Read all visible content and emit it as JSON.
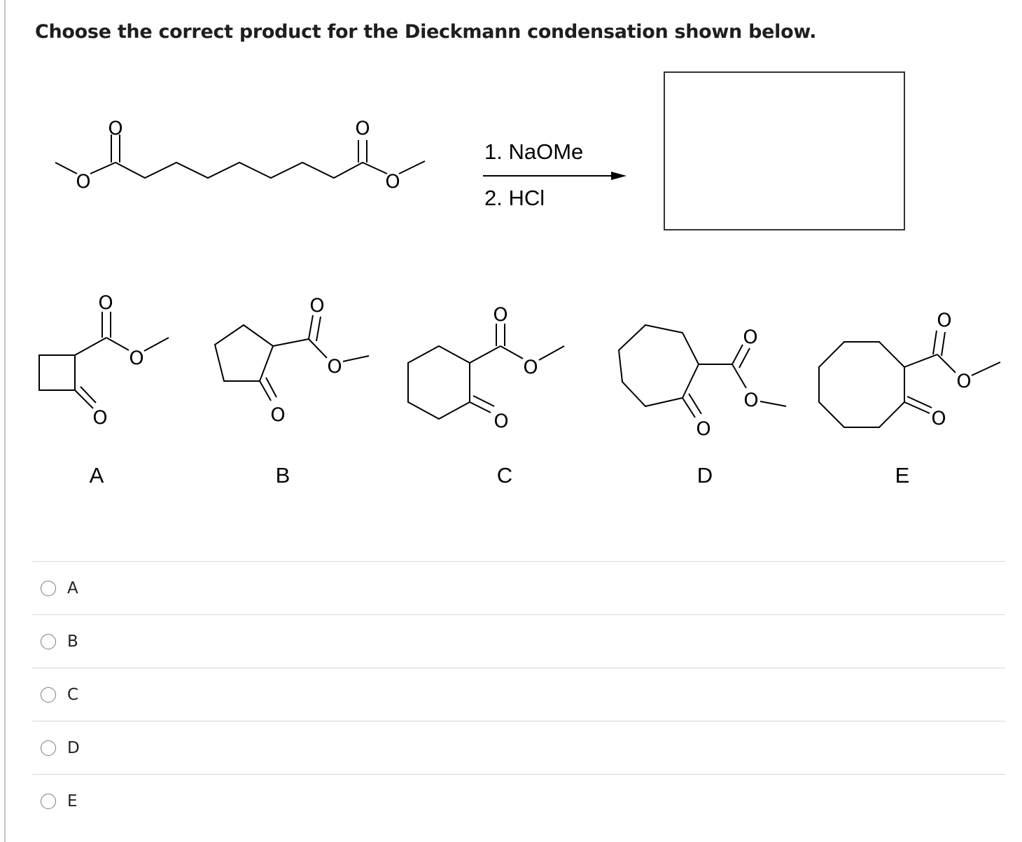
{
  "question": {
    "text": "Choose the correct product for the Dieckmann condensation shown below."
  },
  "reaction": {
    "step1": "1. NaOMe",
    "step2": "2. HCl",
    "oxygen_symbol": "O"
  },
  "structure_labels": [
    "A",
    "B",
    "C",
    "D",
    "E"
  ],
  "options": [
    {
      "label": "A"
    },
    {
      "label": "B"
    },
    {
      "label": "C"
    },
    {
      "label": "D"
    },
    {
      "label": "E"
    }
  ]
}
